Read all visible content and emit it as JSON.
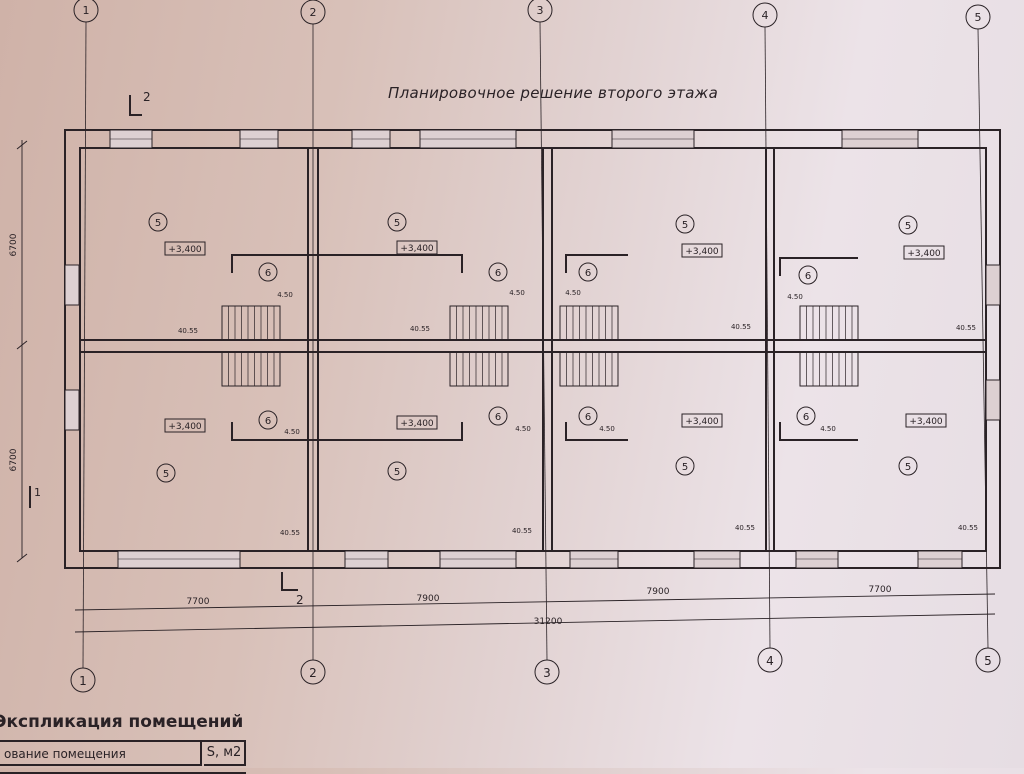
{
  "title": "Планировочное решение второго этажа",
  "axes": [
    "1",
    "2",
    "3",
    "4",
    "5"
  ],
  "section_marks": {
    "section": "2",
    "section_left": "1"
  },
  "dimensions": {
    "spans": [
      "7700",
      "7900",
      "7900",
      "7700"
    ],
    "total": "31200",
    "heights": [
      "6700",
      "6700"
    ]
  },
  "units": [
    {
      "room_main": "5",
      "elevation": "+3,400",
      "room_stair": "6",
      "stair_area": "4.50",
      "room_area": "40.55"
    },
    {
      "room_main": "5",
      "elevation": "+3,400",
      "room_stair": "6",
      "stair_area": "4.50",
      "room_area": "40.55"
    },
    {
      "room_main": "5",
      "elevation": "+3,400",
      "room_stair": "6",
      "stair_area": "4.50",
      "room_area": "40.55"
    },
    {
      "room_main": "5",
      "elevation": "+3,400",
      "room_stair": "6",
      "stair_area": "4.50",
      "room_area": "40.55"
    },
    {
      "room_main": "5",
      "elevation": "+3,400",
      "room_stair": "6",
      "stair_area": "4.50",
      "room_area": "40.55"
    },
    {
      "room_main": "5",
      "elevation": "+3,400",
      "room_stair": "6",
      "stair_area": "4.50",
      "room_area": "40.55"
    },
    {
      "room_main": "5",
      "elevation": "+3,400",
      "room_stair": "6",
      "stair_area": "4.50",
      "room_area": "40.55"
    },
    {
      "room_main": "5",
      "elevation": "+3,400",
      "room_stair": "6",
      "stair_area": "4.50",
      "room_area": "40.55"
    }
  ],
  "explication": {
    "heading": "Экспликация помещений",
    "col_name": "ование помещения",
    "col_area": "S, м2"
  }
}
